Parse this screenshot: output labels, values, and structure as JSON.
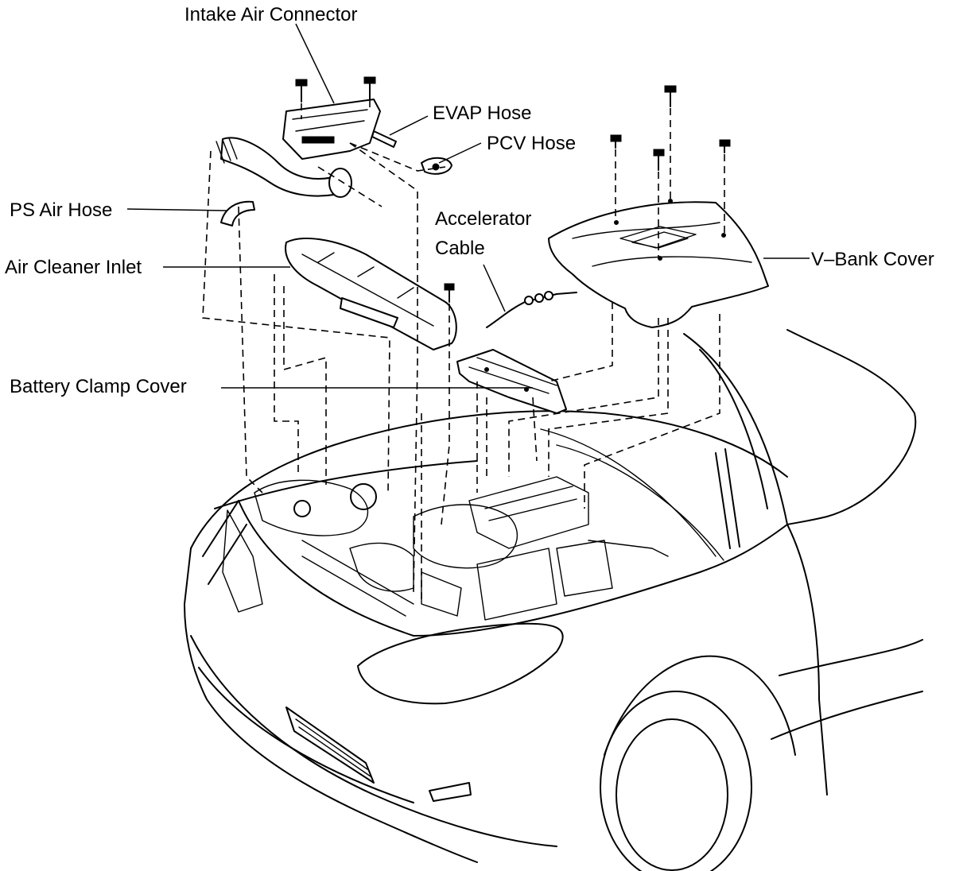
{
  "labels": {
    "intake_air_connector": "Intake Air Connector",
    "evap_hose": "EVAP Hose",
    "pcv_hose": "PCV Hose",
    "ps_air_hose": "PS Air Hose",
    "accelerator_cable_line1": "Accelerator",
    "accelerator_cable_line2": "Cable",
    "air_cleaner_inlet": "Air Cleaner Inlet",
    "v_bank_cover": "V–Bank Cover",
    "battery_clamp_cover": "Battery Clamp Cover"
  }
}
